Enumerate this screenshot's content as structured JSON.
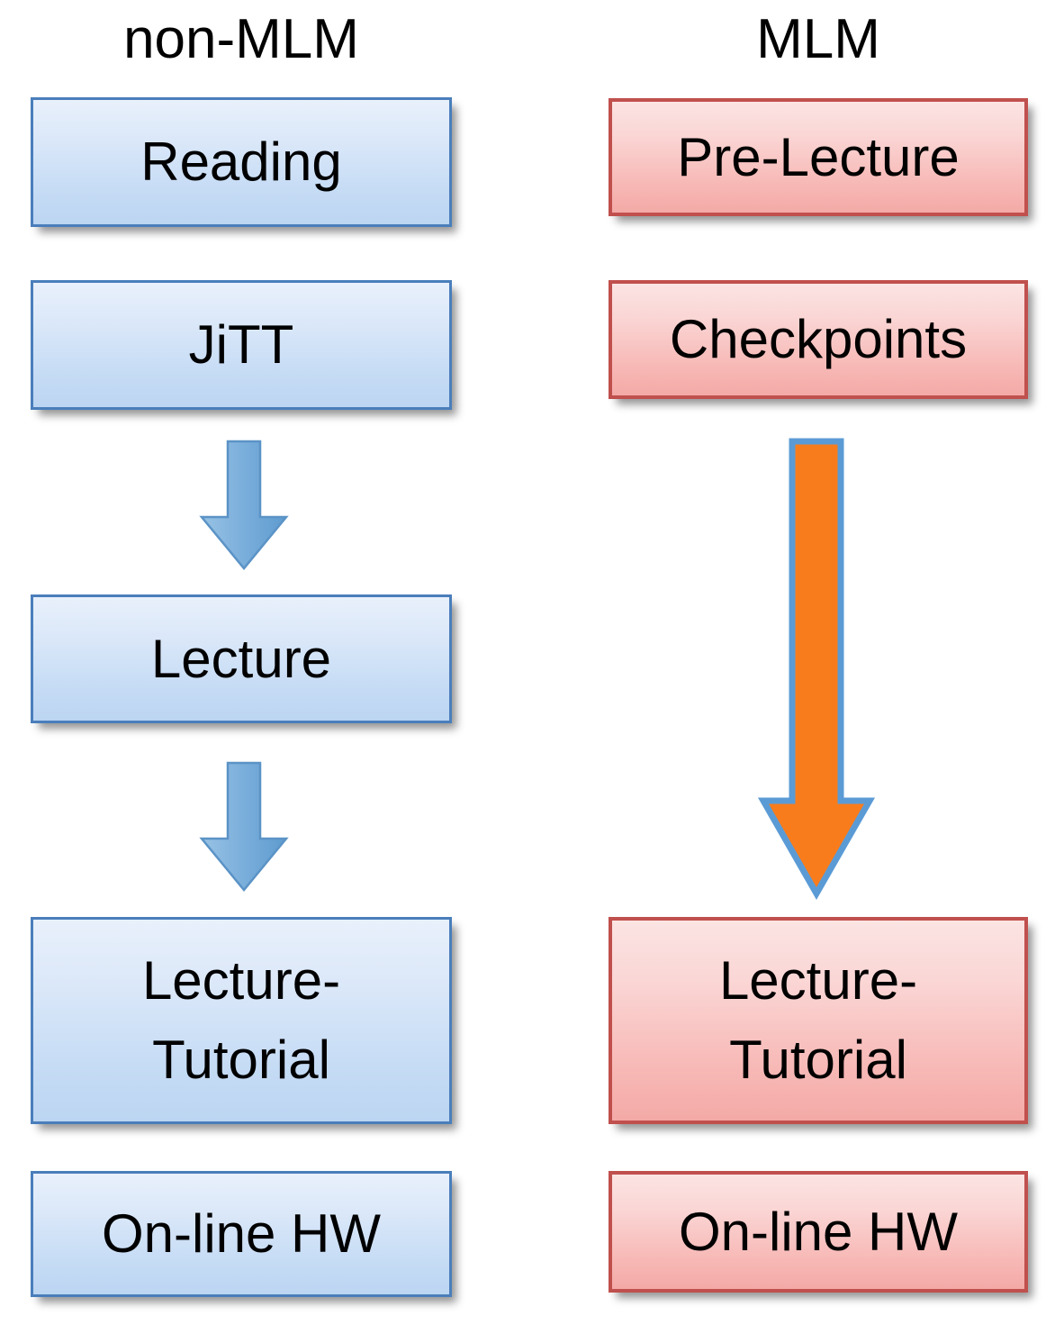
{
  "diagram": {
    "title_left": "non-MLM",
    "title_right": "MLM",
    "colors": {
      "blue_fill_top": "#e8f0fb",
      "blue_fill_bottom": "#bcd5f2",
      "blue_border": "#4a7ebb",
      "red_fill_top": "#fbe4e3",
      "red_fill_bottom": "#f4aaa7",
      "red_border": "#c0504d",
      "blue_arrow_fill": "#6fa8d8",
      "orange_arrow_fill": "#f97c1c",
      "orange_arrow_border": "#5b9bd5",
      "text": "#000000",
      "background": "#ffffff"
    }
  },
  "columns": [
    {
      "id": "non-mlm",
      "header": "non-MLM",
      "nodes": [
        {
          "id": "reading",
          "label": "Reading",
          "lines": [
            "Reading"
          ]
        },
        {
          "id": "jitt",
          "label": "JiTT",
          "lines": [
            "JiTT"
          ]
        },
        {
          "id": "lecture",
          "label": "Lecture",
          "lines": [
            "Lecture"
          ]
        },
        {
          "id": "lecture-tutorial",
          "label": "Lecture-Tutorial",
          "lines": [
            "Lecture-",
            "Tutorial"
          ]
        },
        {
          "id": "online-hw",
          "label": "On-line HW",
          "lines": [
            "On-line HW"
          ]
        }
      ],
      "arrows": [
        {
          "id": "jitt-to-lecture",
          "from": "jitt",
          "to": "lecture",
          "style": "blue-down-arrow"
        },
        {
          "id": "lecture-to-lecturetutorial",
          "from": "lecture",
          "to": "lecture-tutorial",
          "style": "blue-down-arrow"
        }
      ]
    },
    {
      "id": "mlm",
      "header": "MLM",
      "nodes": [
        {
          "id": "pre-lecture",
          "label": "Pre-Lecture",
          "lines": [
            "Pre-Lecture"
          ]
        },
        {
          "id": "checkpoints",
          "label": "Checkpoints",
          "lines": [
            "Checkpoints"
          ]
        },
        {
          "id": "lecture-tutorial",
          "label": "Lecture-Tutorial",
          "lines": [
            "Lecture-",
            "Tutorial"
          ]
        },
        {
          "id": "online-hw",
          "label": "On-line HW",
          "lines": [
            "On-line HW"
          ]
        }
      ],
      "arrows": [
        {
          "id": "checkpoints-to-lecturetutorial",
          "from": "checkpoints",
          "to": "lecture-tutorial",
          "style": "orange-long-down-arrow"
        }
      ]
    }
  ]
}
